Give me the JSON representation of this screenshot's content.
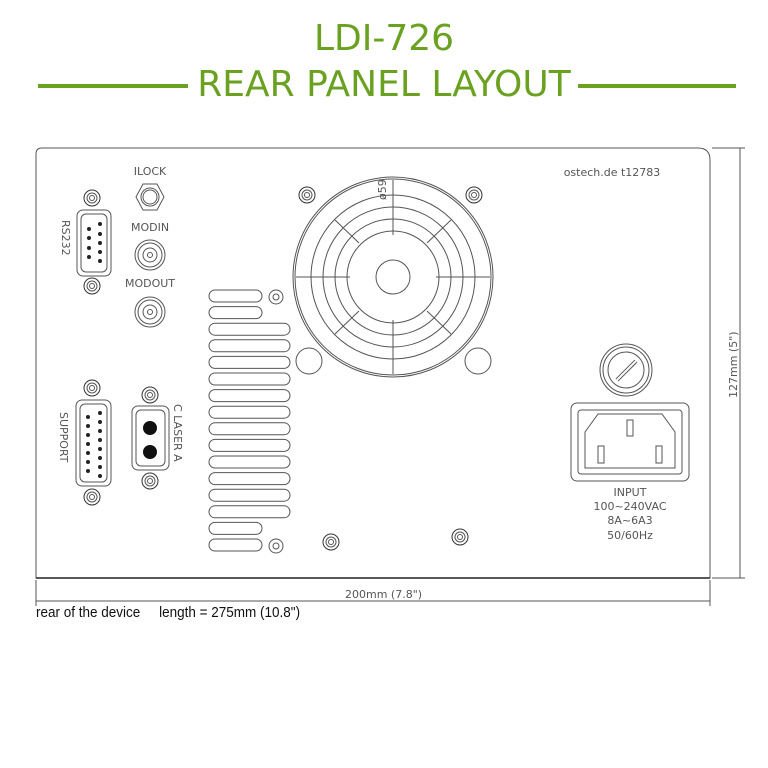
{
  "header": {
    "model": "LDI-726",
    "subtitle": "REAR PANEL LAYOUT",
    "accent_color": "#6aa121"
  },
  "panel": {
    "brand": "ostech.de  t12783",
    "labels": {
      "ilock": "ILOCK",
      "modin": "MODIN",
      "modout": "MODOUT",
      "rs232": "RS232",
      "support": "SUPPORT",
      "laser": "C  LASER  A",
      "fan_diameter": "ø59"
    },
    "power": {
      "input": "INPUT",
      "voltage": "100~240VAC",
      "current": "8A~6A3",
      "frequency": "50/60Hz"
    }
  },
  "dimensions": {
    "height": "127mm  (5\")",
    "width": "200mm  (7.8\")"
  },
  "caption": {
    "rear": "rear of the device",
    "length": "length = 275mm (10.8\")"
  }
}
